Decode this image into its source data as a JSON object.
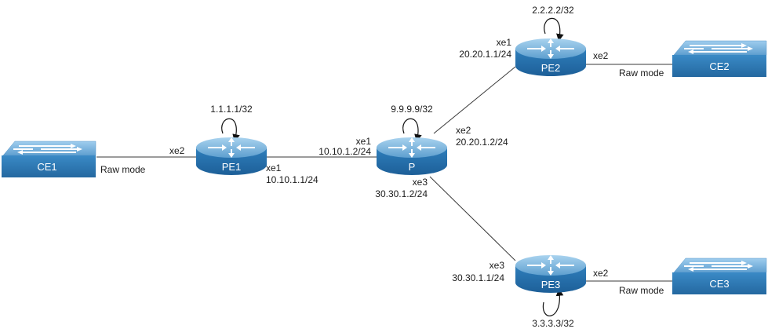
{
  "diagram": {
    "title": "",
    "devices": [
      {
        "id": "CE1",
        "type": "switch",
        "label": "CE1"
      },
      {
        "id": "PE1",
        "type": "router",
        "label": "PE1",
        "loopback": "1.1.1.1/32"
      },
      {
        "id": "P",
        "type": "router",
        "label": "P",
        "loopback": "9.9.9.9/32"
      },
      {
        "id": "PE2",
        "type": "router",
        "label": "PE2",
        "loopback": "2.2.2.2/32"
      },
      {
        "id": "PE3",
        "type": "router",
        "label": "PE3",
        "loopback": "3.3.3.3/32"
      },
      {
        "id": "CE2",
        "type": "switch",
        "label": "CE2"
      },
      {
        "id": "CE3",
        "type": "switch",
        "label": "CE3"
      }
    ],
    "links": [
      {
        "from": "CE1",
        "to": "PE1",
        "note": "Raw mode",
        "to_if": "xe2"
      },
      {
        "from": "PE1",
        "to": "P",
        "from_if": "xe1",
        "from_ip": "10.10.1.1/24",
        "to_if": "xe1",
        "to_ip": "10.10.1.2/24"
      },
      {
        "from": "P",
        "to": "PE2",
        "from_if": "xe2",
        "from_ip": "20.20.1.2/24",
        "to_if": "xe1",
        "to_ip": "20.20.1.1/24"
      },
      {
        "from": "P",
        "to": "PE3",
        "from_if": "xe3",
        "from_ip": "30.30.1.2/24",
        "to_if": "xe3",
        "to_ip": "30.30.1.1/24"
      },
      {
        "from": "PE2",
        "to": "CE2",
        "from_if": "xe2",
        "note": "Raw mode"
      },
      {
        "from": "PE3",
        "to": "CE3",
        "from_if": "xe2",
        "note": "Raw mode"
      }
    ],
    "colors": {
      "device_top": "#7fb6dc",
      "device_body": "#2f7db8",
      "device_dark": "#1d5f93",
      "link": "#3a3a3a"
    }
  }
}
